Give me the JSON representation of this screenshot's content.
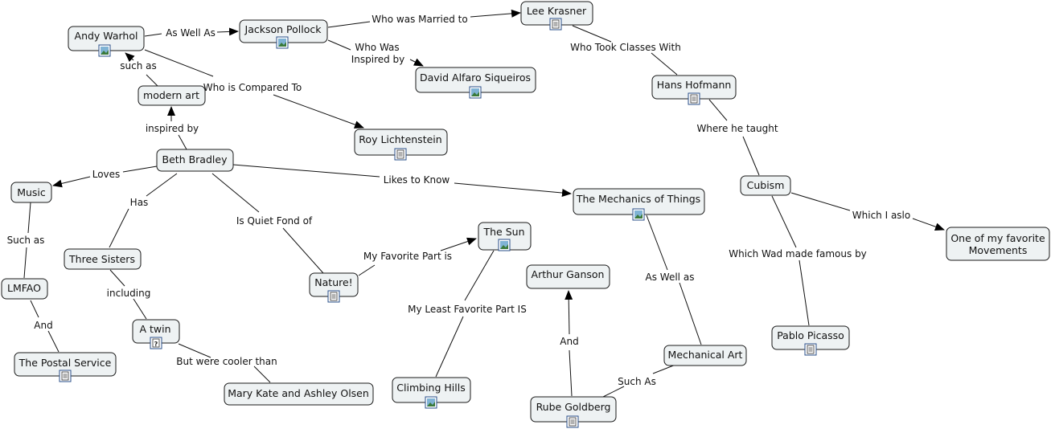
{
  "concept_map": {
    "nodes": {
      "andy_warhol": {
        "label": "Andy Warhol",
        "icon": "image-icon"
      },
      "jackson_pollock": {
        "label": "Jackson Pollock",
        "icon": "image-icon"
      },
      "lee_krasner": {
        "label": "Lee Krasner",
        "icon": "document-icon"
      },
      "david_siqueiros": {
        "label": "David Alfaro Siqueiros",
        "icon": "image-icon"
      },
      "hans_hofmann": {
        "label": "Hans Hofmann",
        "icon": "document-icon"
      },
      "modern_art": {
        "label": "modern art"
      },
      "roy_lichtenstein": {
        "label": "Roy Lichtenstein",
        "icon": "document-icon"
      },
      "beth_bradley": {
        "label": "Beth Bradley"
      },
      "music": {
        "label": "Music"
      },
      "mechanics": {
        "label": "The Mechanics of Things",
        "icon": "image-icon"
      },
      "cubism": {
        "label": "Cubism"
      },
      "favorite_movements": {
        "label": "One of my favorite Movements"
      },
      "the_sun": {
        "label": "The Sun",
        "icon": "image-icon"
      },
      "three_sisters": {
        "label": "Three Sisters"
      },
      "arthur_ganson": {
        "label": "Arthur Ganson"
      },
      "nature": {
        "label": "Nature!",
        "icon": "document-icon"
      },
      "lmfao": {
        "label": "LMFAO"
      },
      "a_twin": {
        "label": "A twin",
        "icon": "question-icon"
      },
      "pablo_picasso": {
        "label": "Pablo Picasso",
        "icon": "document-icon"
      },
      "mechanical_art": {
        "label": "Mechanical Art"
      },
      "postal_service": {
        "label": "The Postal Service",
        "icon": "document-icon"
      },
      "climbing_hills": {
        "label": "Climbing Hills",
        "icon": "image-icon"
      },
      "mary_kate": {
        "label": "Mary Kate and Ashley Olsen"
      },
      "rube_goldberg": {
        "label": "Rube Goldberg",
        "icon": "document-icon"
      }
    },
    "links": {
      "as_well_as": "As Well As",
      "who_was_married_to": "Who was Married to",
      "who_was_inspired_by_1": "Who Was",
      "who_was_inspired_by_2": "Inspired by",
      "who_took_classes_with": "Who Took Classes With",
      "such_as": "such as",
      "who_is_compared_to": "Who is Compared To",
      "inspired_by": "inspired by",
      "where_he_taught": "Where he taught",
      "loves": "Loves",
      "likes_to_know": "Likes to Know",
      "has": "Has",
      "is_quiet_fond_of": "Is Quiet Fond of",
      "which_i_aslo": "Which I aslo",
      "such_as_music": "Such as",
      "my_favorite_part": "My Favorite Part is",
      "which_wad_made": "Which Wad made famous by",
      "including": "including",
      "as_well_as_mech": "As Well as",
      "my_least_favorite": "My Least Favorite Part IS",
      "and_lmfao": "And",
      "and_rube": "And",
      "but_cooler": "But were cooler than",
      "such_as_mech": "Such As"
    }
  }
}
